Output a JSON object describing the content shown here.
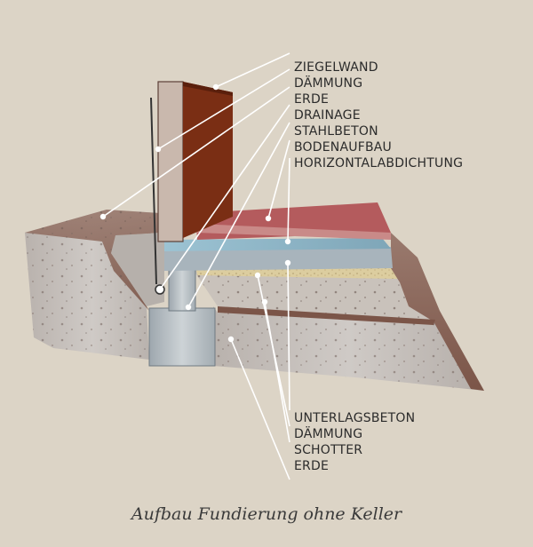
{
  "labels_top": [
    "ZIEGELWAND",
    "DÄMMUNG",
    "ERDE",
    "DRAINAGE",
    "STAHLBETON",
    "BODENAUFBAU",
    "HORIZONTALABDICHTUNG"
  ],
  "labels_bottom": [
    "UNTERLAGSBETON",
    "DÄMMUNG",
    "SCHOTTER",
    "ERDE"
  ],
  "caption": "Aufbau Fundierung ohne Keller",
  "colors": {
    "background": "#dcd4c6",
    "brick": "#7a2e14",
    "insulation_red": "#b86b6b",
    "screed_blue": "#8fb6c8",
    "concrete": "#b8bec2",
    "gravel": "#d9c9a0",
    "soil": "#8a6152",
    "leader_lines": "#ffffff"
  }
}
